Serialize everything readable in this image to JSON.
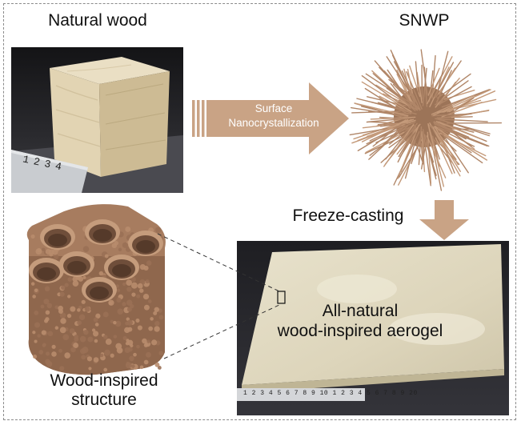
{
  "labels": {
    "natural_wood": "Natural wood",
    "snwp": "SNWP",
    "arrow_line1": "Surface",
    "arrow_line2": "Nanocrystallization",
    "freeze_casting": "Freeze-casting",
    "aerogel_line1": "All-natural",
    "aerogel_line2": "wood-inspired aerogel",
    "structure_line1": "Wood-inspired",
    "structure_line2": "structure"
  },
  "rulers": {
    "small_ruler_digits": [
      "1",
      "2",
      "3",
      "4"
    ],
    "long_ruler_digits": [
      "1",
      "2",
      "3",
      "4",
      "5",
      "6",
      "7",
      "8",
      "9",
      "10",
      "1",
      "2",
      "3",
      "4",
      "5",
      "6",
      "7",
      "8",
      "9",
      "20"
    ]
  },
  "colors": {
    "arrow": "#c9a385",
    "fiber": "#b08668",
    "wood_light": "#e7dcc0",
    "wood_mid": "#cdbd9a",
    "aerogel": "#e3dcc5",
    "dark_bg": "#2a2a2d",
    "dashed_frame": "#8a8a8a"
  }
}
